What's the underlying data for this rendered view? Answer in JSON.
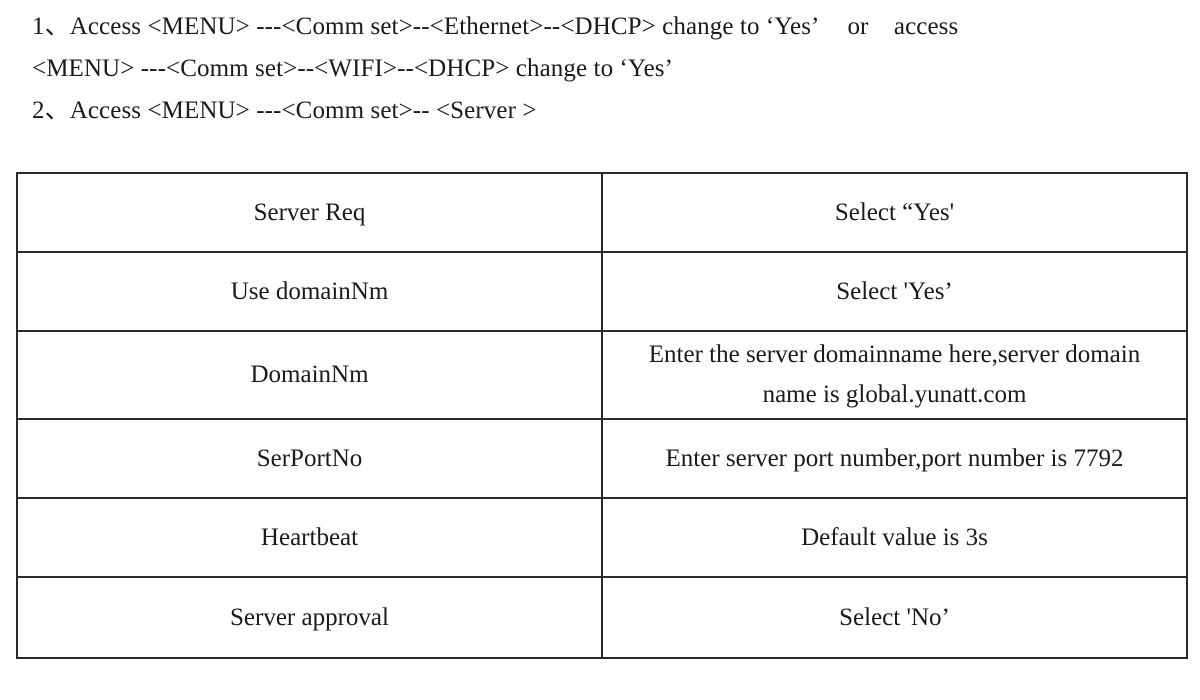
{
  "instructions": {
    "step1_line1_text": "1、Access <MENU> ---<Comm set>--<Ethernet>--<DHCP> change to ‘Yes’",
    "step1_line1_tail": "or    access",
    "step1_line2": "<MENU> ---<Comm set>--<WIFI>--<DHCP> change to ‘Yes’",
    "step2": "2、Access <MENU> ---<Comm set>-- <Server >"
  },
  "server_table": {
    "rows": [
      {
        "name": "Server Req",
        "value": "Select “Yes'"
      },
      {
        "name": "Use domainNm",
        "value": "Select 'Yes’"
      },
      {
        "name": "DomainNm",
        "value": "Enter the server domainname here,server domain name is global.yunatt.com"
      },
      {
        "name": "SerPortNo",
        "value": "Enter server port number,port number is 7792"
      },
      {
        "name": "Heartbeat",
        "value": "Default value is 3s"
      },
      {
        "name": "Server approval",
        "value": "Select 'No’"
      }
    ]
  }
}
